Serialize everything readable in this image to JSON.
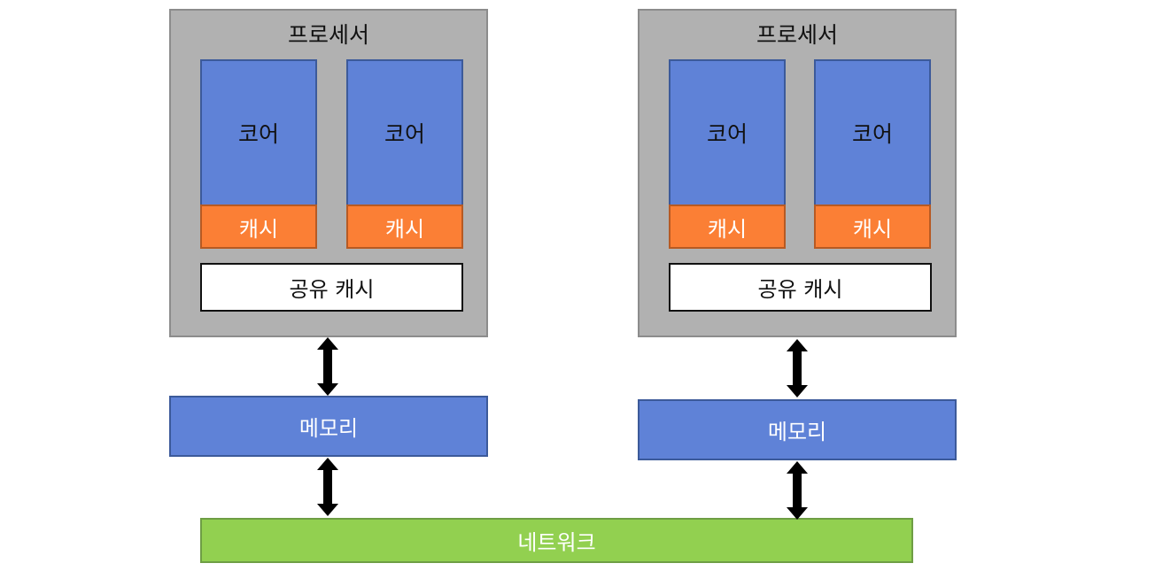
{
  "processors": [
    {
      "title": "프로세서",
      "cores": [
        {
          "label": "코어",
          "cache": "캐시"
        },
        {
          "label": "코어",
          "cache": "캐시"
        }
      ],
      "shared_cache": "공유 캐시",
      "memory": "메모리"
    },
    {
      "title": "프로세서",
      "cores": [
        {
          "label": "코어",
          "cache": "캐시"
        },
        {
          "label": "코어",
          "cache": "캐시"
        }
      ],
      "shared_cache": "공유 캐시",
      "memory": "메모리"
    }
  ],
  "network": "네트워크",
  "colors": {
    "processor_bg": "#b1b1b1",
    "core": "#5f82d7",
    "cache": "#fb7f35",
    "network": "#92d050"
  }
}
